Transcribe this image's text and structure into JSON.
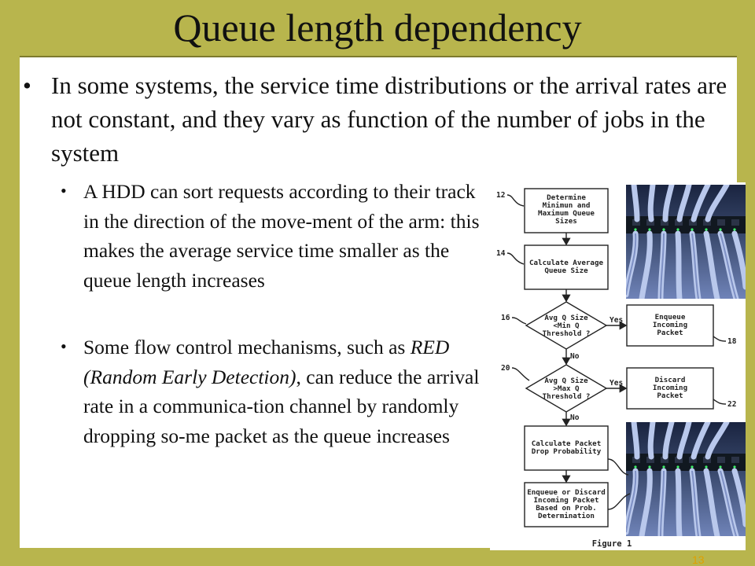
{
  "slide": {
    "title": "Queue length dependency",
    "bullet": "In some systems, the service time distributions or the arrival rates are not constant, and they vary as function of the number of jobs in the system",
    "subbullets": [
      {
        "text": "A HDD can sort requests according to their track in the direction of the move-ment of the arm: this makes the average service time smaller as the queue length increases"
      },
      {
        "pre": "Some flow control mechanisms, such as ",
        "italic": "RED (Random Early Detection)",
        "post": ", can reduce the arrival rate in a communica-tion channel by randomly dropping so-me packet as the queue increases"
      }
    ],
    "page_number": "13",
    "accent_colors": {
      "background": "#b8b54d",
      "content": "#ffffff",
      "page_number": "#e0a000"
    }
  },
  "figure": {
    "caption": "Figure 1",
    "boxes": [
      {
        "ref": "12",
        "lines": [
          "Determine",
          "Minimun and",
          "Maximum Queue",
          "Sizes"
        ]
      },
      {
        "ref": "14",
        "lines": [
          "Calculate Average",
          "Queue Size"
        ]
      },
      {
        "ref": "16",
        "lines": [
          "Avg  Q  Size",
          "<Min  Q",
          "Threshold  ?"
        ]
      },
      {
        "ref": "18",
        "lines": [
          "Enqueue",
          "Incoming",
          "Packet"
        ]
      },
      {
        "ref": "20",
        "lines": [
          "Avg  Q  Size",
          ">Max  Q",
          "Threshold  ?"
        ]
      },
      {
        "ref": "22",
        "lines": [
          "Discard",
          "Incoming",
          "Packet"
        ]
      },
      {
        "ref": "",
        "lines": [
          "Calculate Packet",
          "Drop Probability"
        ]
      },
      {
        "ref": "",
        "lines": [
          "Enqueue or Discard",
          "Incoming Packet",
          "Based on Prob.",
          "Determination"
        ]
      }
    ],
    "yes_label": "Yes",
    "no_label": "No",
    "photo_icon": "network-cables-photo"
  }
}
